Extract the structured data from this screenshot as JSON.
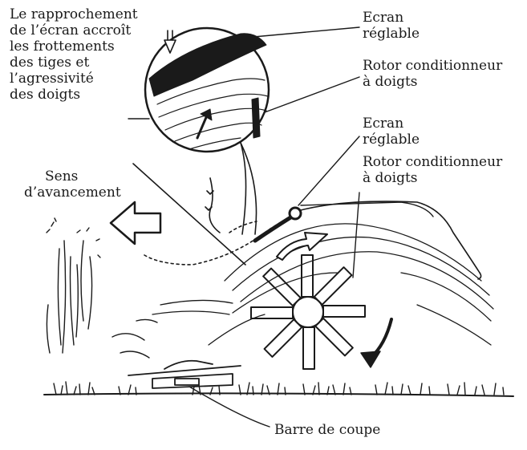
{
  "labels": {
    "zoom_note": [
      "Le rapprochement",
      "de l’écran accroît",
      "les frottements",
      "des tiges et",
      "l’agressivité",
      "des doigts"
    ],
    "ecran_top": [
      "Ecran",
      "réglable"
    ],
    "rotor_top": [
      "Rotor conditionneur",
      "à doigts"
    ],
    "ecran_mid": [
      "Ecran",
      "réglable"
    ],
    "rotor_mid": [
      "Rotor conditionneur",
      "à doigts"
    ],
    "direction": [
      "Sens",
      "d’avancement"
    ],
    "cutter": "Barre de coupe"
  },
  "colors": {
    "ink": "#1a1a1a",
    "paper": "#ffffff"
  },
  "icons": {
    "direction_arrow": "left-arrow-outline",
    "rotor_arrow": "curved-down-arrow",
    "flow_arrow": "curved-right-arrow-outline"
  }
}
